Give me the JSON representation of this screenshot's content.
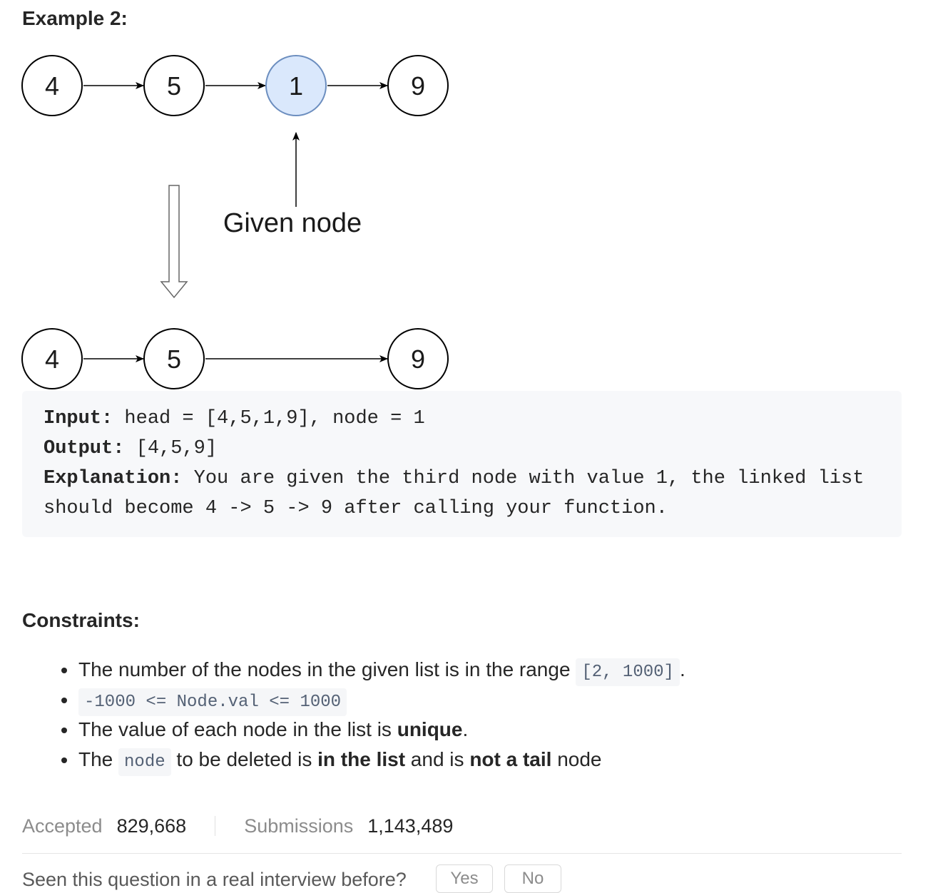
{
  "example": {
    "heading": "Example 2:",
    "diagram": {
      "top_nodes": [
        "4",
        "5",
        "1",
        "9"
      ],
      "bottom_nodes": [
        "4",
        "5",
        "9"
      ],
      "highlighted_node": "1",
      "given_node_label": "Given node"
    },
    "input_label": "Input:",
    "input_text": " head = [4,5,1,9], node = 1",
    "output_label": "Output:",
    "output_text": " [4,5,9]",
    "explanation_label": "Explanation:",
    "explanation_line1": " You are given the third node with value 1, the linked list",
    "explanation_line2": "should become 4 -> 5 -> 9 after calling your function."
  },
  "constraints": {
    "heading": "Constraints:",
    "c1_text": "The number of the nodes in the given list is in the range ",
    "c1_code": "[2, 1000]",
    "c1_end": ".",
    "c2_code": "-1000 <= Node.val <= 1000",
    "c3_text": "The value of each node in the list is ",
    "c3_bold": "unique",
    "c3_end": ".",
    "c4_text1": "The ",
    "c4_code": "node",
    "c4_text2": " to be deleted is ",
    "c4_bold1": "in the list",
    "c4_text3": " and is ",
    "c4_bold2": "not a tail",
    "c4_text4": " node"
  },
  "stats": {
    "accepted_label": "Accepted",
    "accepted_value": "829,668",
    "submissions_label": "Submissions",
    "submissions_value": "1,143,489"
  },
  "feedback": {
    "question": "Seen this question in a real interview before?",
    "yes_label": "Yes",
    "no_label": "No"
  },
  "colors": {
    "highlight_fill": "#dae8fc",
    "highlight_stroke": "#6c8ebf",
    "code_text": "#546175",
    "code_bg": "#f5f6f8",
    "example_bg": "#f7f8fa"
  }
}
